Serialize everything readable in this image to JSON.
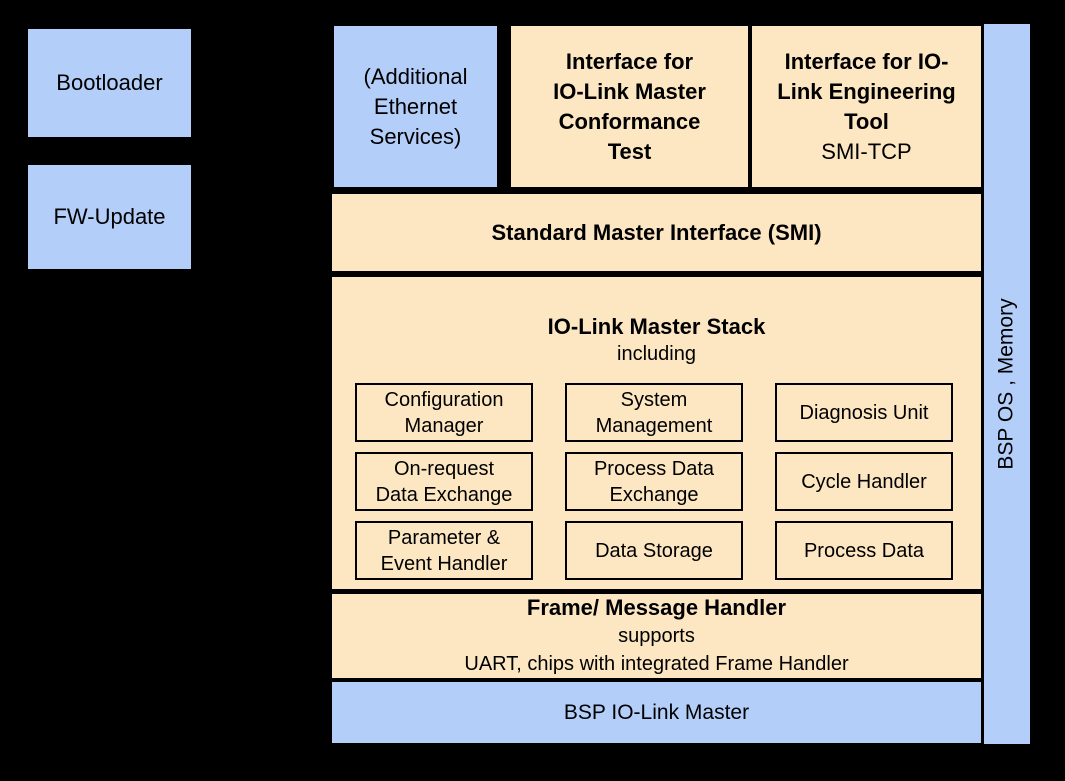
{
  "colors": {
    "bg": "#000000",
    "blue": "#B3CEF8",
    "cream": "#FCE7C2",
    "text": "#000000",
    "cell-border": "#000000"
  },
  "left_column": {
    "bootloader": "Bootloader",
    "fw_update": "FW-Update"
  },
  "top_row": {
    "additional_ethernet_services": "(Additional\nEthernet\nServices)",
    "conformance_test_interface": "Interface for\nIO-Link Master\nConformance\nTest",
    "engineering_tool_interface": "Interface for IO-\nLink Engineering\nTool",
    "engineering_tool_protocol": "SMI-TCP"
  },
  "smi_layer": {
    "label": "Standard Master Interface (SMI)"
  },
  "master_stack": {
    "title": "IO-Link Master Stack",
    "subtitle": "including",
    "modules": {
      "configuration_manager": "Configuration\nManager",
      "system_management": "System\nManagement",
      "diagnosis_unit": "Diagnosis Unit",
      "on_request_data_exchange": "On-request\nData Exchange",
      "process_data_exchange": "Process Data\nExchange",
      "cycle_handler": "Cycle Handler",
      "parameter_event_handler": "Parameter &\nEvent Handler",
      "data_storage": "Data Storage",
      "process_data": "Process Data"
    }
  },
  "frame_handler": {
    "title": "Frame/ Message Handler",
    "line2": "supports",
    "line3": "UART, chips with integrated Frame Handler"
  },
  "bsp_layer": {
    "label": "BSP IO-Link Master"
  },
  "bsp_os_memory": {
    "label": "BSP OS , Memory"
  }
}
